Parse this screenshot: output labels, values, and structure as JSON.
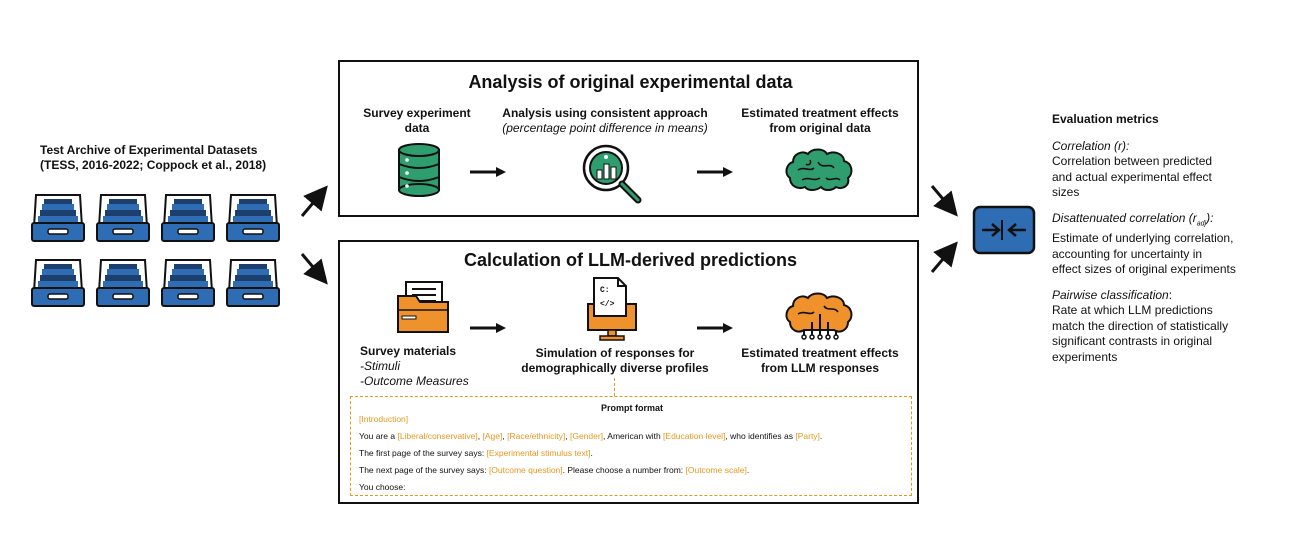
{
  "archive": {
    "title_line1": "Test Archive of Experimental Datasets",
    "title_line2": "(TESS, 2016-2022; Coppock et al., 2018)"
  },
  "top_panel": {
    "title": "Analysis of original experimental data",
    "step1_line1": "Survey experiment",
    "step1_line2": "data",
    "step2_line1": "Analysis using consistent approach",
    "step2_line2": "(percentage point difference in means)",
    "step3_line1": "Estimated treatment effects",
    "step3_line2": "from original data"
  },
  "bottom_panel": {
    "title": "Calculation of LLM-derived predictions",
    "step1_title": "Survey materials",
    "step1_item1": "-Stimuli",
    "step1_item2": "-Outcome Measures",
    "step2_line1": "Simulation of responses for",
    "step2_line2": "demographically diverse profiles",
    "step3_line1": "Estimated treatment effects",
    "step3_line2": "from LLM responses",
    "code_icon_text": "</>",
    "code_icon_c": "C:"
  },
  "prompt": {
    "title": "Prompt format",
    "intro": "[Introduction]",
    "l1_a": "You are a ",
    "l1_lib": "[Liberal/conservative]",
    "l1_sep1": ", ",
    "l1_age": "[Age]",
    "l1_sep2": ", ",
    "l1_race": "[Race/ethnicity]",
    "l1_sep3": ", ",
    "l1_gender": "[Gender]",
    "l1_b": ",  American with ",
    "l1_edu": "[Education level]",
    "l1_c": ", who identifies as ",
    "l1_party": "[Party]",
    "l1_d": ".",
    "l2_a": "The first page of the survey says: ",
    "l2_stim": "[Experimental stimulus text]",
    "l2_b": ".",
    "l3_a": "The next page of the survey says: ",
    "l3_q": "[Outcome question]",
    "l3_b": ". Please choose a number from: ",
    "l3_scale": "[Outcome scale]",
    "l3_c": ".",
    "l4": "You choose:"
  },
  "metrics": {
    "heading": "Evaluation metrics",
    "m1_name_pre": "Correlation (",
    "m1_name_var": "r",
    "m1_name_post": "):",
    "m1_desc1": "Correlation between predicted",
    "m1_desc2": "and actual experimental effect",
    "m1_desc3": "sizes",
    "m2_name_pre": "Disattenuated correlation (",
    "m2_name_var": "r",
    "m2_name_sub": "adj",
    "m2_name_post": "):",
    "m2_desc1": "Estimate of underlying correlation,",
    "m2_desc2": "accounting for uncertainty in",
    "m2_desc3": "effect sizes of original experiments",
    "m3_name": "Pairwise classification",
    "m3_colon": ":",
    "m3_desc1": "Rate at which LLM predictions",
    "m3_desc2": "match the direction of statistically",
    "m3_desc3": "significant contrasts in original",
    "m3_desc4": "experiments"
  },
  "colors": {
    "blue": "#2e6db3",
    "dark_blue": "#1c3f6e",
    "green": "#2f9e6e",
    "orange": "#f0922b",
    "dashed_orange": "#e8971e"
  }
}
